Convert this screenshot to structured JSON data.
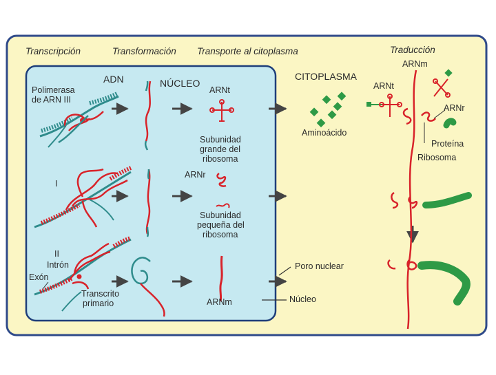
{
  "stages": {
    "transcription": "Transcripción",
    "transformation": "Transformación",
    "transport": "Transporte al citoplasma",
    "translation": "Traducción"
  },
  "regions": {
    "nucleus": "NÚCLEO",
    "cytoplasm": "CITOPLASMA"
  },
  "labels": {
    "dna": "ADN",
    "polymerase_line1": "Polimerasa",
    "polymerase_line2": "de ARN III",
    "pol_one": "I",
    "pol_two": "II",
    "intron": "Intrón",
    "exon": "Exón",
    "primary_transcript_line1": "Transcrito",
    "primary_transcript_line2": "primario",
    "trna_nucleus": "ARNt",
    "large_subunit_line1": "Subunidad",
    "large_subunit_line2": "grande del",
    "large_subunit_line3": "ribosoma",
    "rrna_nucleus": "ARNr",
    "small_subunit_line1": "Subunidad",
    "small_subunit_line2": "pequeña del",
    "small_subunit_line3": "ribosoma",
    "mrna_nucleus": "ARNm",
    "nuclear_pore": "Poro nuclear",
    "nucleus_pointer": "Núcleo",
    "amino_acid": "Aminoácido",
    "trna_cytoplasm": "ARNt",
    "mrna_cytoplasm": "ARNm",
    "rrna_cytoplasm": "ARNr",
    "protein": "Proteína",
    "ribosome": "Ribosoma"
  },
  "colors": {
    "outer_background": "#fbf6c4",
    "outer_border": "#2f4a8a",
    "nucleus_fill": "#c6e9f1",
    "nucleus_border": "#1e3e7a",
    "rna_red": "#d8232a",
    "dna_teal": "#2f8c8c",
    "protein_green": "#2e9a46",
    "arrow_gray": "#444444"
  }
}
